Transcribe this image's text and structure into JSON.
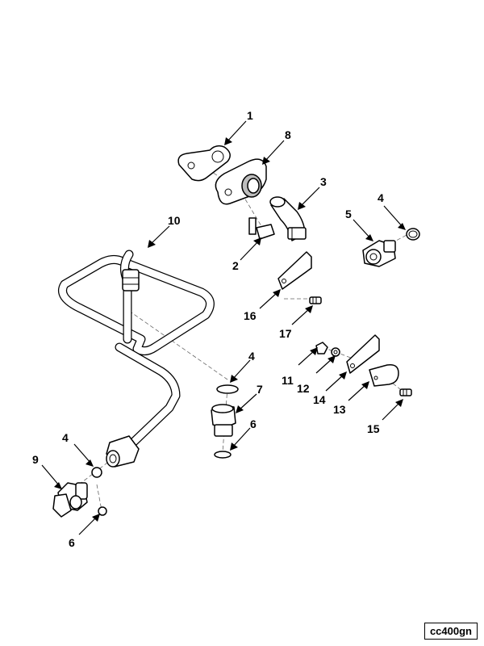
{
  "figure_code": "cc400gn",
  "callouts": {
    "c1": "1",
    "c8": "8",
    "c3": "3",
    "c4a": "4",
    "c5": "5",
    "c10": "10",
    "c2": "2",
    "c16": "16",
    "c17": "17",
    "c4b": "4",
    "c11": "11",
    "c12": "12",
    "c14": "14",
    "c7": "7",
    "c13": "13",
    "c6a": "6",
    "c15": "15",
    "c4c": "4",
    "c9": "9",
    "c6b": "6"
  }
}
